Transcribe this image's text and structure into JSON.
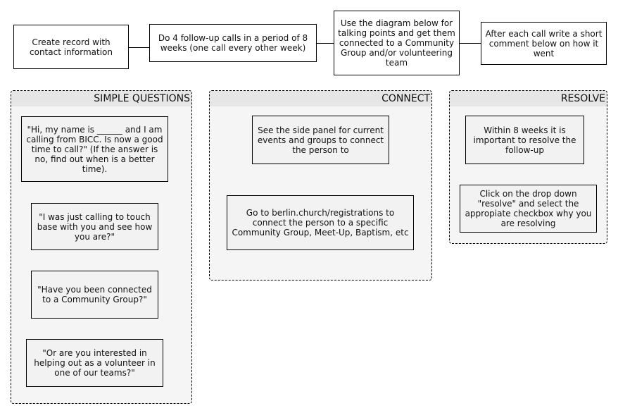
{
  "flow": {
    "step1": "Create record with contact information",
    "step2": "Do 4 follow-up calls in a period of 8 weeks (one call every other week)",
    "step3": "Use the diagram below for talking points and get them connected to a Community Group and/or volunteering team",
    "step4": "After each call write a short comment below on how it went"
  },
  "groups": {
    "simple_questions": {
      "title": "SIMPLE QUESTIONS",
      "items": [
        "\"Hi, my name is ______ and I am calling from BICC. Is now a good time to call?\" (If the answer is no, find out when is a better time).",
        "\"I was just calling to touch base with you and see how you are?\"",
        "\"Have you been connected to a Community Group?\"",
        "\"Or are you interested in helping out as a volunteer in one of our teams?\""
      ]
    },
    "connect": {
      "title": "CONNECT",
      "items": [
        "See the side panel for current events and groups to connect the person to",
        "Go to berlin.church/registrations to connect the person to a specific Community Group, Meet-Up, Baptism, etc"
      ]
    },
    "resolve": {
      "title": "RESOLVE",
      "items": [
        "Within 8 weeks it is important to resolve the follow-up",
        "Click on the drop down \"resolve\" and select the appropiate checkbox why you are resolving"
      ]
    }
  }
}
